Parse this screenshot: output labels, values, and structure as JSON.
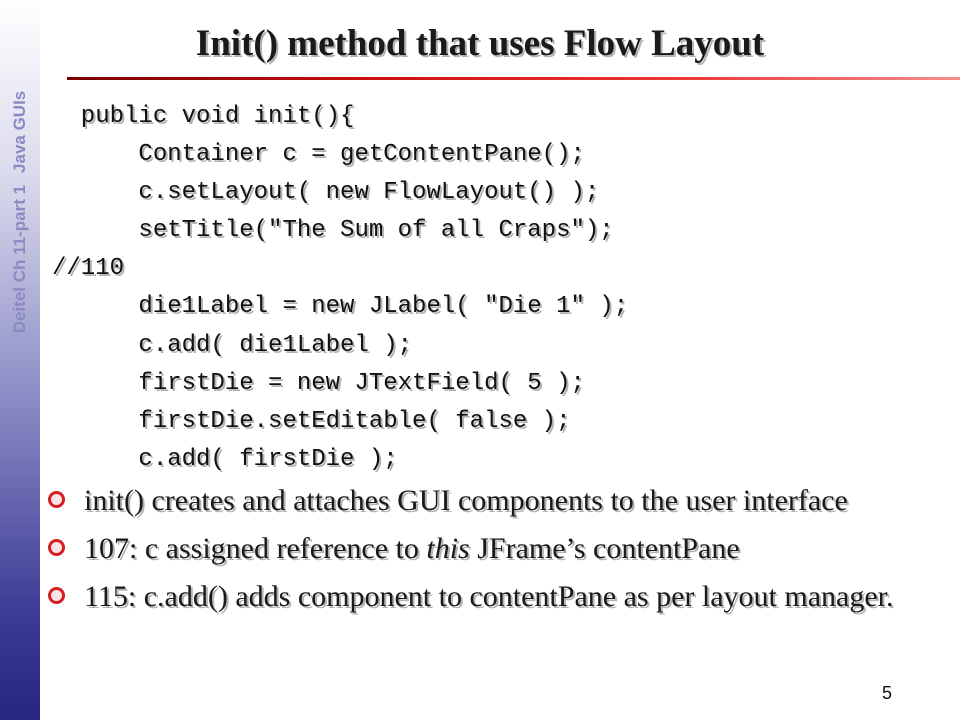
{
  "sidebar": {
    "text1": "Deitel Ch 11-part 1",
    "text2": "Java GUIs"
  },
  "slide": {
    "title": "Init() method that uses Flow Layout",
    "code": [
      "  public void init(){",
      "      Container c = getContentPane();",
      "      c.setLayout( new FlowLayout() );",
      "      setTitle(\"The Sum of all Craps\");",
      "//110",
      "      die1Label = new JLabel( \"Die 1\" );",
      "      c.add( die1Label );",
      "      firstDie = new JTextField( 5 );",
      "      firstDie.setEditable( false );",
      "      c.add( firstDie );"
    ],
    "bullets": [
      {
        "before": "init() creates and attaches GUI components to the user interface",
        "em": "",
        "after": ""
      },
      {
        "before": "107: c assigned reference to ",
        "em": "this",
        "after": " JFrame’s contentPane"
      },
      {
        "before": "115: c.add() adds component to contentPane as per layout manager.",
        "em": "",
        "after": ""
      }
    ],
    "page_number": "5"
  },
  "colors": {
    "accent": "#d42020",
    "sidebar_dark": "#26267f",
    "sidebar_text": "#8a8ac2"
  }
}
